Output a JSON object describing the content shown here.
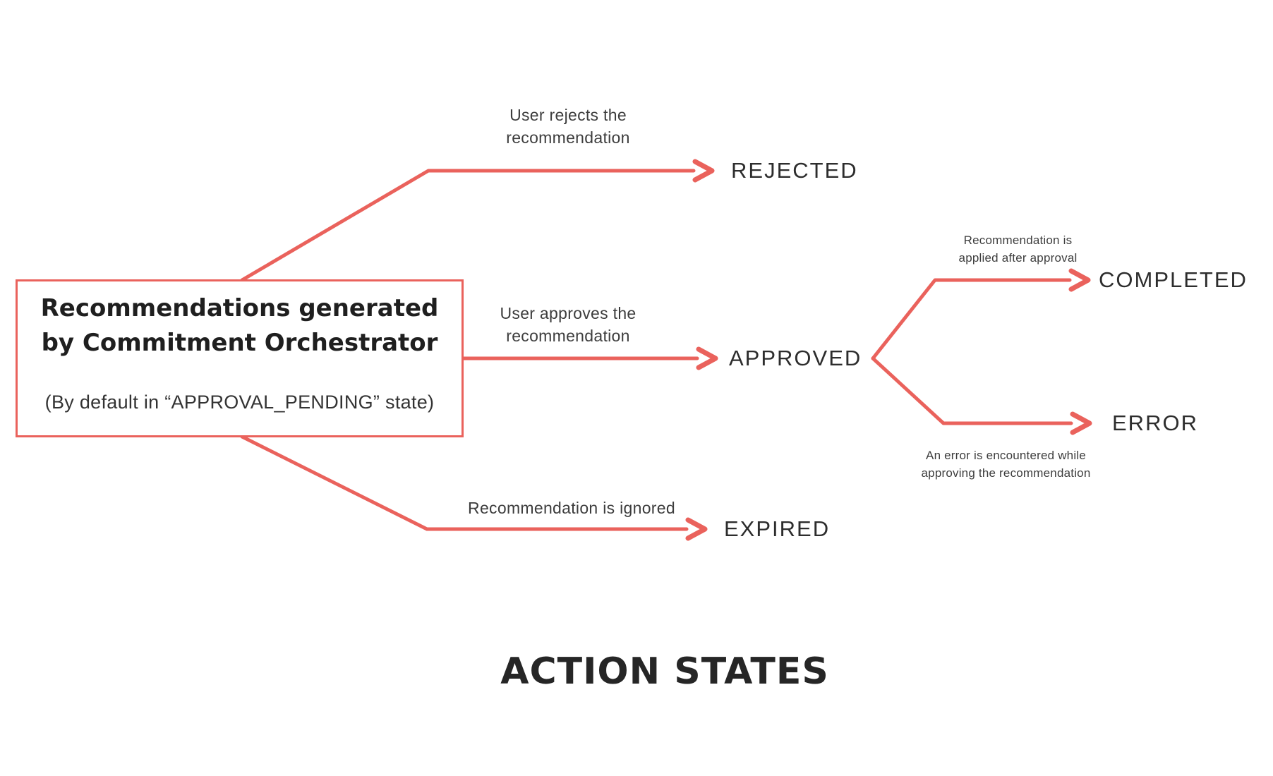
{
  "title": "ACTION STATES",
  "colors": {
    "accent": "#EA625C",
    "heading_text": "#1F1F1F",
    "caption_text": "#3D3D3D",
    "state_text": "#2D2D2D"
  },
  "source_box": {
    "heading_line1": "Recommendations generated",
    "heading_line2": "by Commitment Orchestrator",
    "subheading": "(By default in “APPROVAL_PENDING” state)"
  },
  "transitions": [
    {
      "id": "rejected",
      "caption_line1": "User rejects the",
      "caption_line2": "recommendation",
      "state": "REJECTED"
    },
    {
      "id": "approved",
      "caption_line1": "User approves the",
      "caption_line2": "recommendation",
      "state": "APPROVED"
    },
    {
      "id": "completed",
      "caption_line1": "Recommendation is",
      "caption_line2": "applied after approval",
      "state": "COMPLETED"
    },
    {
      "id": "error",
      "caption_line1": "An error is encountered while",
      "caption_line2": "approving the recommendation",
      "state": "ERROR"
    },
    {
      "id": "expired",
      "caption_line1": "Recommendation is ignored",
      "caption_line2": "",
      "state": "EXPIRED"
    }
  ]
}
